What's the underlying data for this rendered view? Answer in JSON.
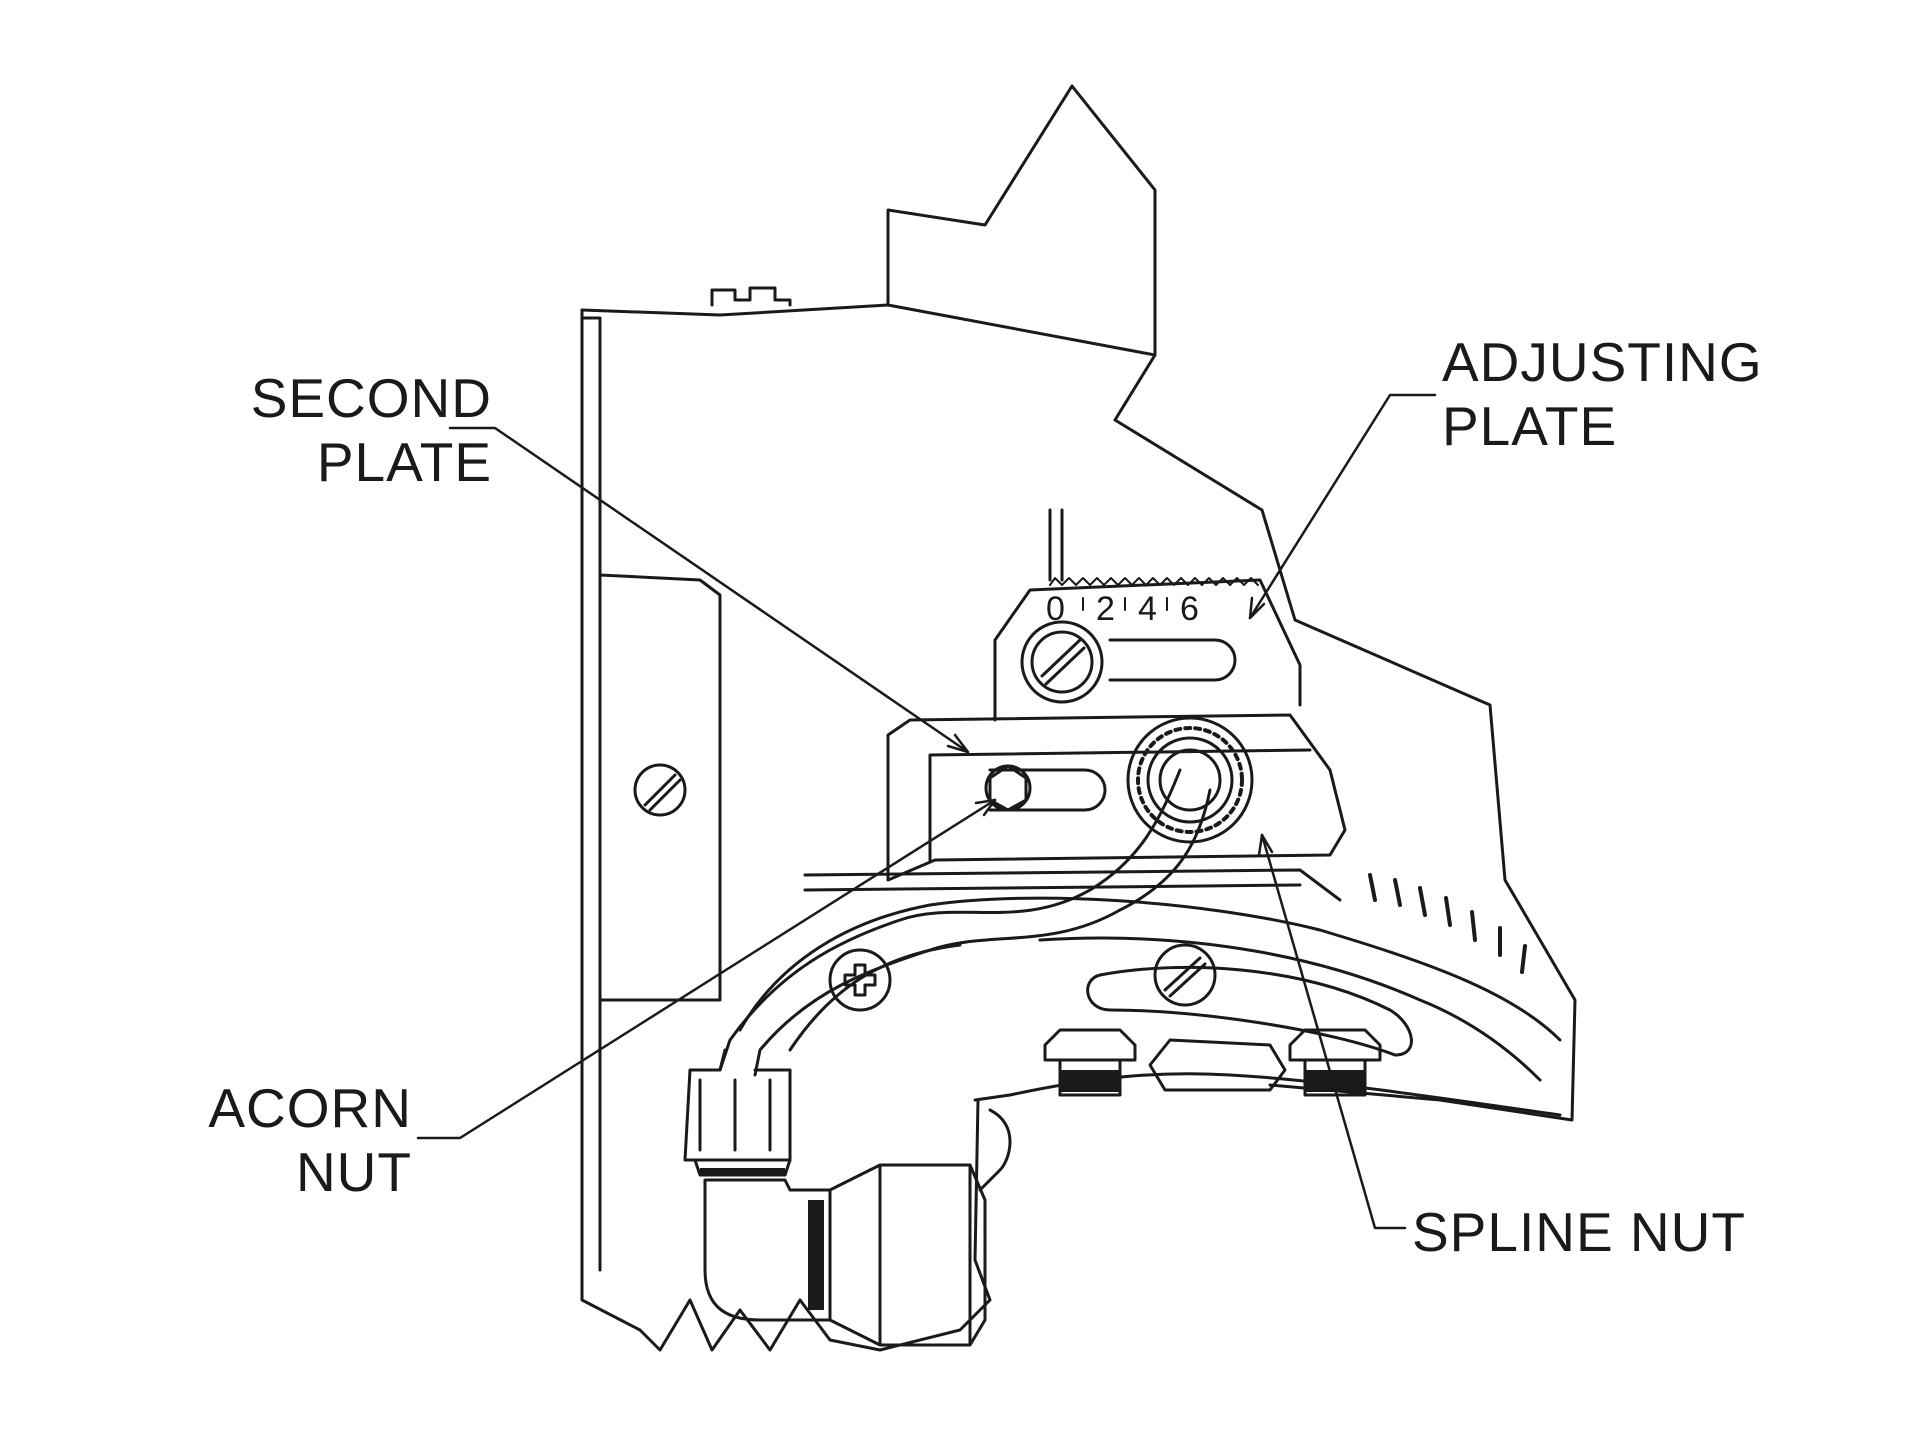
{
  "callouts": {
    "second_plate": {
      "line1": "SECOND",
      "line2": "PLATE"
    },
    "adjusting_plate": {
      "line1": "ADJUSTING",
      "line2": "PLATE"
    },
    "acorn_nut": {
      "line1": "ACORN",
      "line2": "NUT"
    },
    "spline_nut": {
      "line1": "SPLINE NUT"
    }
  },
  "scale": {
    "marks": [
      "0",
      "2",
      "4",
      "6"
    ]
  },
  "colors": {
    "ink": "#1a1a1a",
    "background": "#ffffff"
  }
}
